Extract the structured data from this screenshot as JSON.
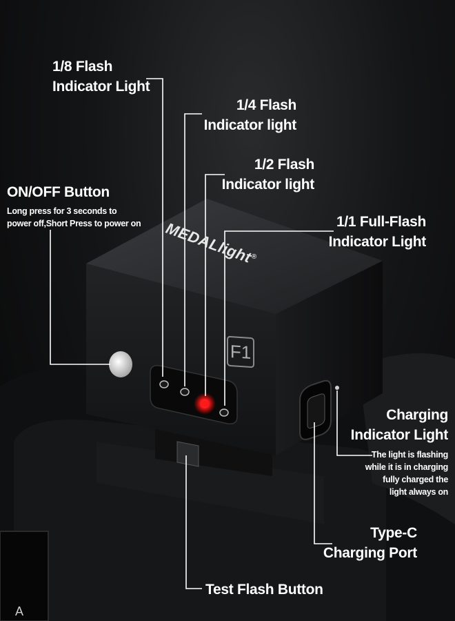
{
  "product": {
    "brand_prefix": "MEDAL",
    "brand_suffix": "light",
    "registered_mark": "®",
    "model": "F1"
  },
  "callouts": {
    "flash_1_8": {
      "line1": "1/8 Flash",
      "line2": "Indicator Light"
    },
    "flash_1_4": {
      "line1": "1/4 Flash",
      "line2": "Indicator light"
    },
    "flash_1_2": {
      "line1": "1/2 Flash",
      "line2": "Indicator light"
    },
    "flash_1_1": {
      "line1": "1/1 Full-Flash",
      "line2": "Indicator Light"
    },
    "power": {
      "title": "ON/OFF Button",
      "desc1": "Long press for 3 seconds to",
      "desc2": "power off,Short Press to power on"
    },
    "charging_light": {
      "line1": "Charging",
      "line2": "Indicator Light",
      "desc1": "The light is flashing",
      "desc2": "while it is in charging",
      "desc3": "fully charged the",
      "desc4": "light always on"
    },
    "type_c": {
      "line1": "Type-C",
      "line2": "Charging Port"
    },
    "test_flash": {
      "label": "Test Flash Button"
    }
  },
  "screen_corner": {
    "letter": "A"
  },
  "colors": {
    "background": "#0b0b0c",
    "device_body": "#1a1b1d",
    "leader_line": "#ffffff",
    "active_led": "#ff1a1a",
    "label_text": "#ffffff"
  }
}
